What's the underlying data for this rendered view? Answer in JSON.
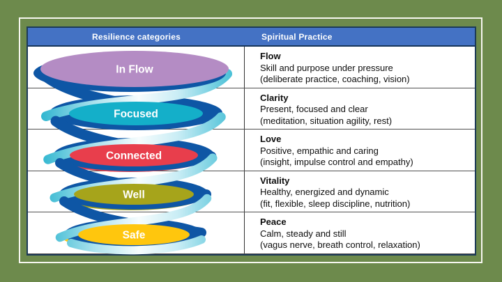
{
  "slide": {
    "background_color": "#6D8A4C",
    "frame_color": "#F7F7F0"
  },
  "table": {
    "border_color": "#1C3A57",
    "header": {
      "bg_color": "#4472C4",
      "left": "Resilience categories",
      "right": "Spiritual Practice"
    },
    "rows": [
      {
        "category": "In Flow",
        "color": "#B48CC4",
        "title": "Flow",
        "line1": "Skill and purpose under pressure",
        "line2": "(deliberate practice, coaching, vision)"
      },
      {
        "category": "Focused",
        "color": "#14AFC9",
        "title": "Clarity",
        "line1": "Present, focused and clear",
        "line2": "(meditation, situation agility, rest)"
      },
      {
        "category": "Connected",
        "color": "#E83E4C",
        "title": "Love",
        "line1": "Positive, empathic and caring",
        "line2": "(insight, impulse control and empathy)"
      },
      {
        "category": "Well",
        "color": "#A6A41B",
        "title": "Vitality",
        "line1": "Healthy, energized and dynamic",
        "line2": "(fit, flexible, sleep discipline, nutrition)"
      },
      {
        "category": "Safe",
        "color": "#FFC60D",
        "title": "Peace",
        "line1": "Calm, steady and still",
        "line2": "(vagus nerve, breath control, relaxation)"
      }
    ]
  },
  "spiral": {
    "ribbon_dark": "#0E56A5",
    "ribbon_light_edge": "#3EBCD4",
    "ribbon_light_center": "#F6FCFD"
  }
}
